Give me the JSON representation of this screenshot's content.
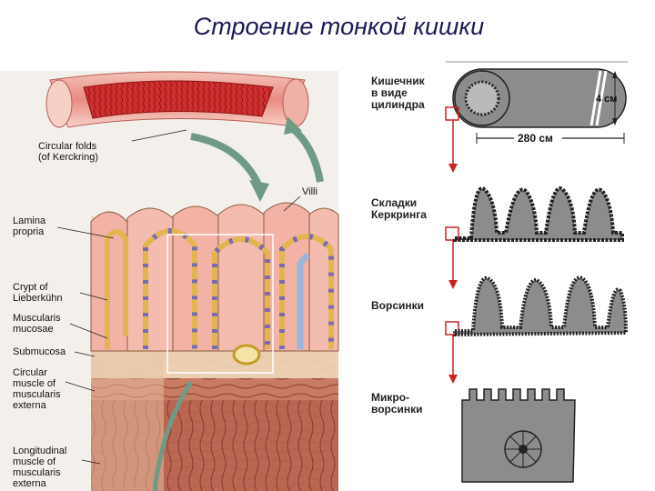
{
  "title": "Строение тонкой кишки",
  "left_diagram": {
    "labels": {
      "circular_folds": "Circular folds\n(of Kerckring)",
      "villi": "Villi",
      "lamina_propria": "Lamina\npropria",
      "crypt": "Crypt of\nLieberkühn",
      "muscularis_mucosae": "Muscularis\nmucosae",
      "submucosa": "Submucosa",
      "circular_muscle": "Circular\nmuscle of\nmuscularis\nexterna",
      "longitudinal_muscle": "Longitudinal\nmuscle of\nmuscularis\nexterna"
    }
  },
  "right_diagram": {
    "labels": {
      "cylinder": "Кишечник\nв виде\nцилиндра",
      "folds": "Складки\nКеркринга",
      "villi": "Ворсинки",
      "microvilli": "Микро-\nворсинки"
    },
    "diameter": "4 см",
    "length": "280 см"
  },
  "colors": {
    "title": "#1a1a55",
    "muscle_red": "#cc2a2a",
    "mucosa_pink": "#f2b3a6",
    "arrow_red": "#cc2222",
    "gray_fill": "#8a8d8a",
    "arrow_green": "#6f9a86"
  }
}
